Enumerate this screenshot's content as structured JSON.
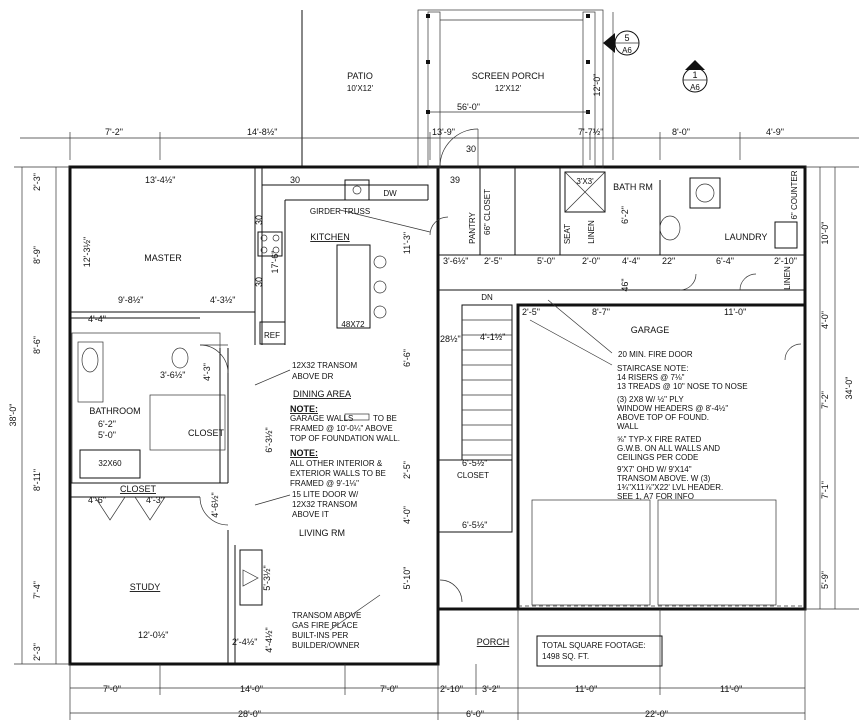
{
  "rooms": {
    "patio": "PATIO",
    "patio_size": "10'X12'",
    "screen_porch": "SCREEN PORCH",
    "screen_porch_size": "12'X12'",
    "master": "MASTER",
    "kitchen": "KITCHEN",
    "bathroom": "BATHROOM",
    "closet_bath": "CLOSET",
    "closet_study": "CLOSET",
    "closet_stair": "CLOSET",
    "dining": "DINING AREA",
    "living": "LIVING RM",
    "study": "STUDY",
    "garage": "GARAGE",
    "laundry": "LAUNDRY",
    "bath_rm": "BATH RM",
    "pantry": "PANTRY",
    "closet_65": "66\" CLOSET",
    "porch": "PORCH",
    "ref": "REF",
    "dw": "DW",
    "linen1": "LINEN",
    "linen2": "LINEN",
    "seat": "SEAT",
    "counter": "6\" COUNTER",
    "dn": "DN",
    "island": "48X72",
    "tub": "32X60",
    "shower": "3'X3'",
    "girder": "GIRDER TRUSS"
  },
  "callouts": {
    "c5_num": "5",
    "c5_sheet": "A6",
    "c1_num": "1",
    "c1_sheet": "A6"
  },
  "notes": {
    "transom1_a": "12X32 TRANSOM",
    "transom1_b": "ABOVE DR",
    "note_head": "NOTE:",
    "garage_a": "GARAGE WALLS",
    "garage_b": "TO BE",
    "garage_c": "FRAMED @ 10'-0¼\" ABOVE",
    "garage_d": "TOP OF FOUNDATION WALL.",
    "note_head2": "NOTE:",
    "other_a": "ALL OTHER INTERIOR &",
    "other_b": "EXTERIOR WALLS TO BE",
    "other_c": "FRAMED @ 9'-1⅛\"",
    "lite_a": "15 LITE DOOR W/",
    "lite_b": "12X32 TRANSOM",
    "lite_c": "ABOVE IT",
    "fire_door": "20 MIN. FIRE DOOR",
    "stair_a": "STAIRCASE NOTE:",
    "stair_b": "14 RISERS @ 7⅛\"",
    "stair_c": "13 TREADS @ 10\" NOSE TO NOSE",
    "hdr_a": "(3) 2X8 W/ ½\" PLY",
    "hdr_b": "WINDOW HEADERS @ 8'-4½\"",
    "hdr_c": "ABOVE TOP OF FOUND.",
    "hdr_d": "WALL",
    "gwb_a": "⅝\" TYP-X FIRE RATED",
    "gwb_b": "G.W.B. ON ALL WALLS AND",
    "gwb_c": "CEILINGS PER CODE",
    "ohd_a": "9'X7' OHD W/ 9'X14\"",
    "ohd_b": "TRANSOM ABOVE. W (3)",
    "ohd_c": "1¾\"X11⅞\"X22' LVL HEADER.",
    "ohd_d": "SEE 1, A7 FOR INFO",
    "fp_a": "TRANSOM ABOVE",
    "fp_b": "GAS FIRE PLACE",
    "fp_c": "BUILT-INS PER",
    "fp_d": "BUILDER/OWNER",
    "sqft_a": "TOTAL SQUARE FOOTAGE:",
    "sqft_b": "1498 SQ. FT."
  },
  "dims": {
    "top_56": "56'-0\"",
    "top_7_2": "7'-2\"",
    "top_14_8": "14'-8½\"",
    "top_13_9": "13'-9\"",
    "top_7_7": "7'-7½\"",
    "top_8_0": "8'-0\"",
    "top_4_9": "4'-9\"",
    "top_12_0v": "12'-0\"",
    "in_13_4": "13'-4½\"",
    "in_30a": "30",
    "in_39": "39",
    "in_30b": "30",
    "in_12_3": "12'-3½\"",
    "in_30c": "30",
    "in_30d": "30",
    "in_17_6": "17'-6\"",
    "in_11_3": "11'-3\"",
    "in_9_8": "9'-8½\"",
    "in_4_3a": "4'-3½\"",
    "in_4_4": "4'-4\"",
    "in_3_6": "3'-6½\"",
    "in_4_3b": "4'-3\"",
    "in_6_2": "6'-2\"",
    "in_5_0": "5'-0\"",
    "in_6_3": "6'-3½\"",
    "in_4_6a": "4'-6\"",
    "in_4_3c": "4'-3\"",
    "in_4_6b": "4'-6½\"",
    "in_5_3": "5'-3½\"",
    "in_12_0": "12'-0½\"",
    "in_2_4": "2'-4½\"",
    "in_4_4b": "4'-4½\"",
    "in_3_6b": "3'-6½\"",
    "in_2_5": "2'-5\"",
    "in_5_0b": "5'-0\"",
    "in_2_0": "2'-0\"",
    "in_4_4c": "4'-4\"",
    "in_22": "22\"",
    "in_6_4": "6'-4\"",
    "in_2_10": "2'-10\"",
    "in_6_2b": "6'-2\"",
    "in_46": "46\"",
    "in_2_5b": "2'-5\"",
    "in_8_7": "8'-7\"",
    "in_11_0": "11'-0\"",
    "in_4_1": "4'-1½\"",
    "in_28": "28½\"",
    "in_6_5a": "6'-5½\"",
    "in_6_5b": "6'-5½\"",
    "in_6_6": "6'-6\"",
    "in_2_5c": "2'-5\"",
    "in_4_0": "4'-0\"",
    "in_5_10": "5'-10\"",
    "bot_7_0a": "7'-0\"",
    "bot_14_0": "14'-0\"",
    "bot_7_0b": "7'-0\"",
    "bot_2_10": "2'-10\"",
    "bot_3_2": "3'-2\"",
    "bot_11_0a": "11'-0\"",
    "bot_11_0b": "11'-0\"",
    "bot_28": "28'-0\"",
    "bot_6": "6'-0\"",
    "bot_22": "22'-0\"",
    "l_38": "38'-0\"",
    "l_2_3a": "2'-3\"",
    "l_8_9": "8'-9\"",
    "l_8_6": "8'-6\"",
    "l_8_11": "8'-11\"",
    "l_7_4": "7'-4\"",
    "l_2_3b": "2'-3\"",
    "r_34": "34'-0\"",
    "r_10": "10'-0\"",
    "r_4_0": "4'-0\"",
    "r_7_2": "7'-2\"",
    "r_7_1": "7'-1\"",
    "r_5_9": "5'-9\""
  }
}
